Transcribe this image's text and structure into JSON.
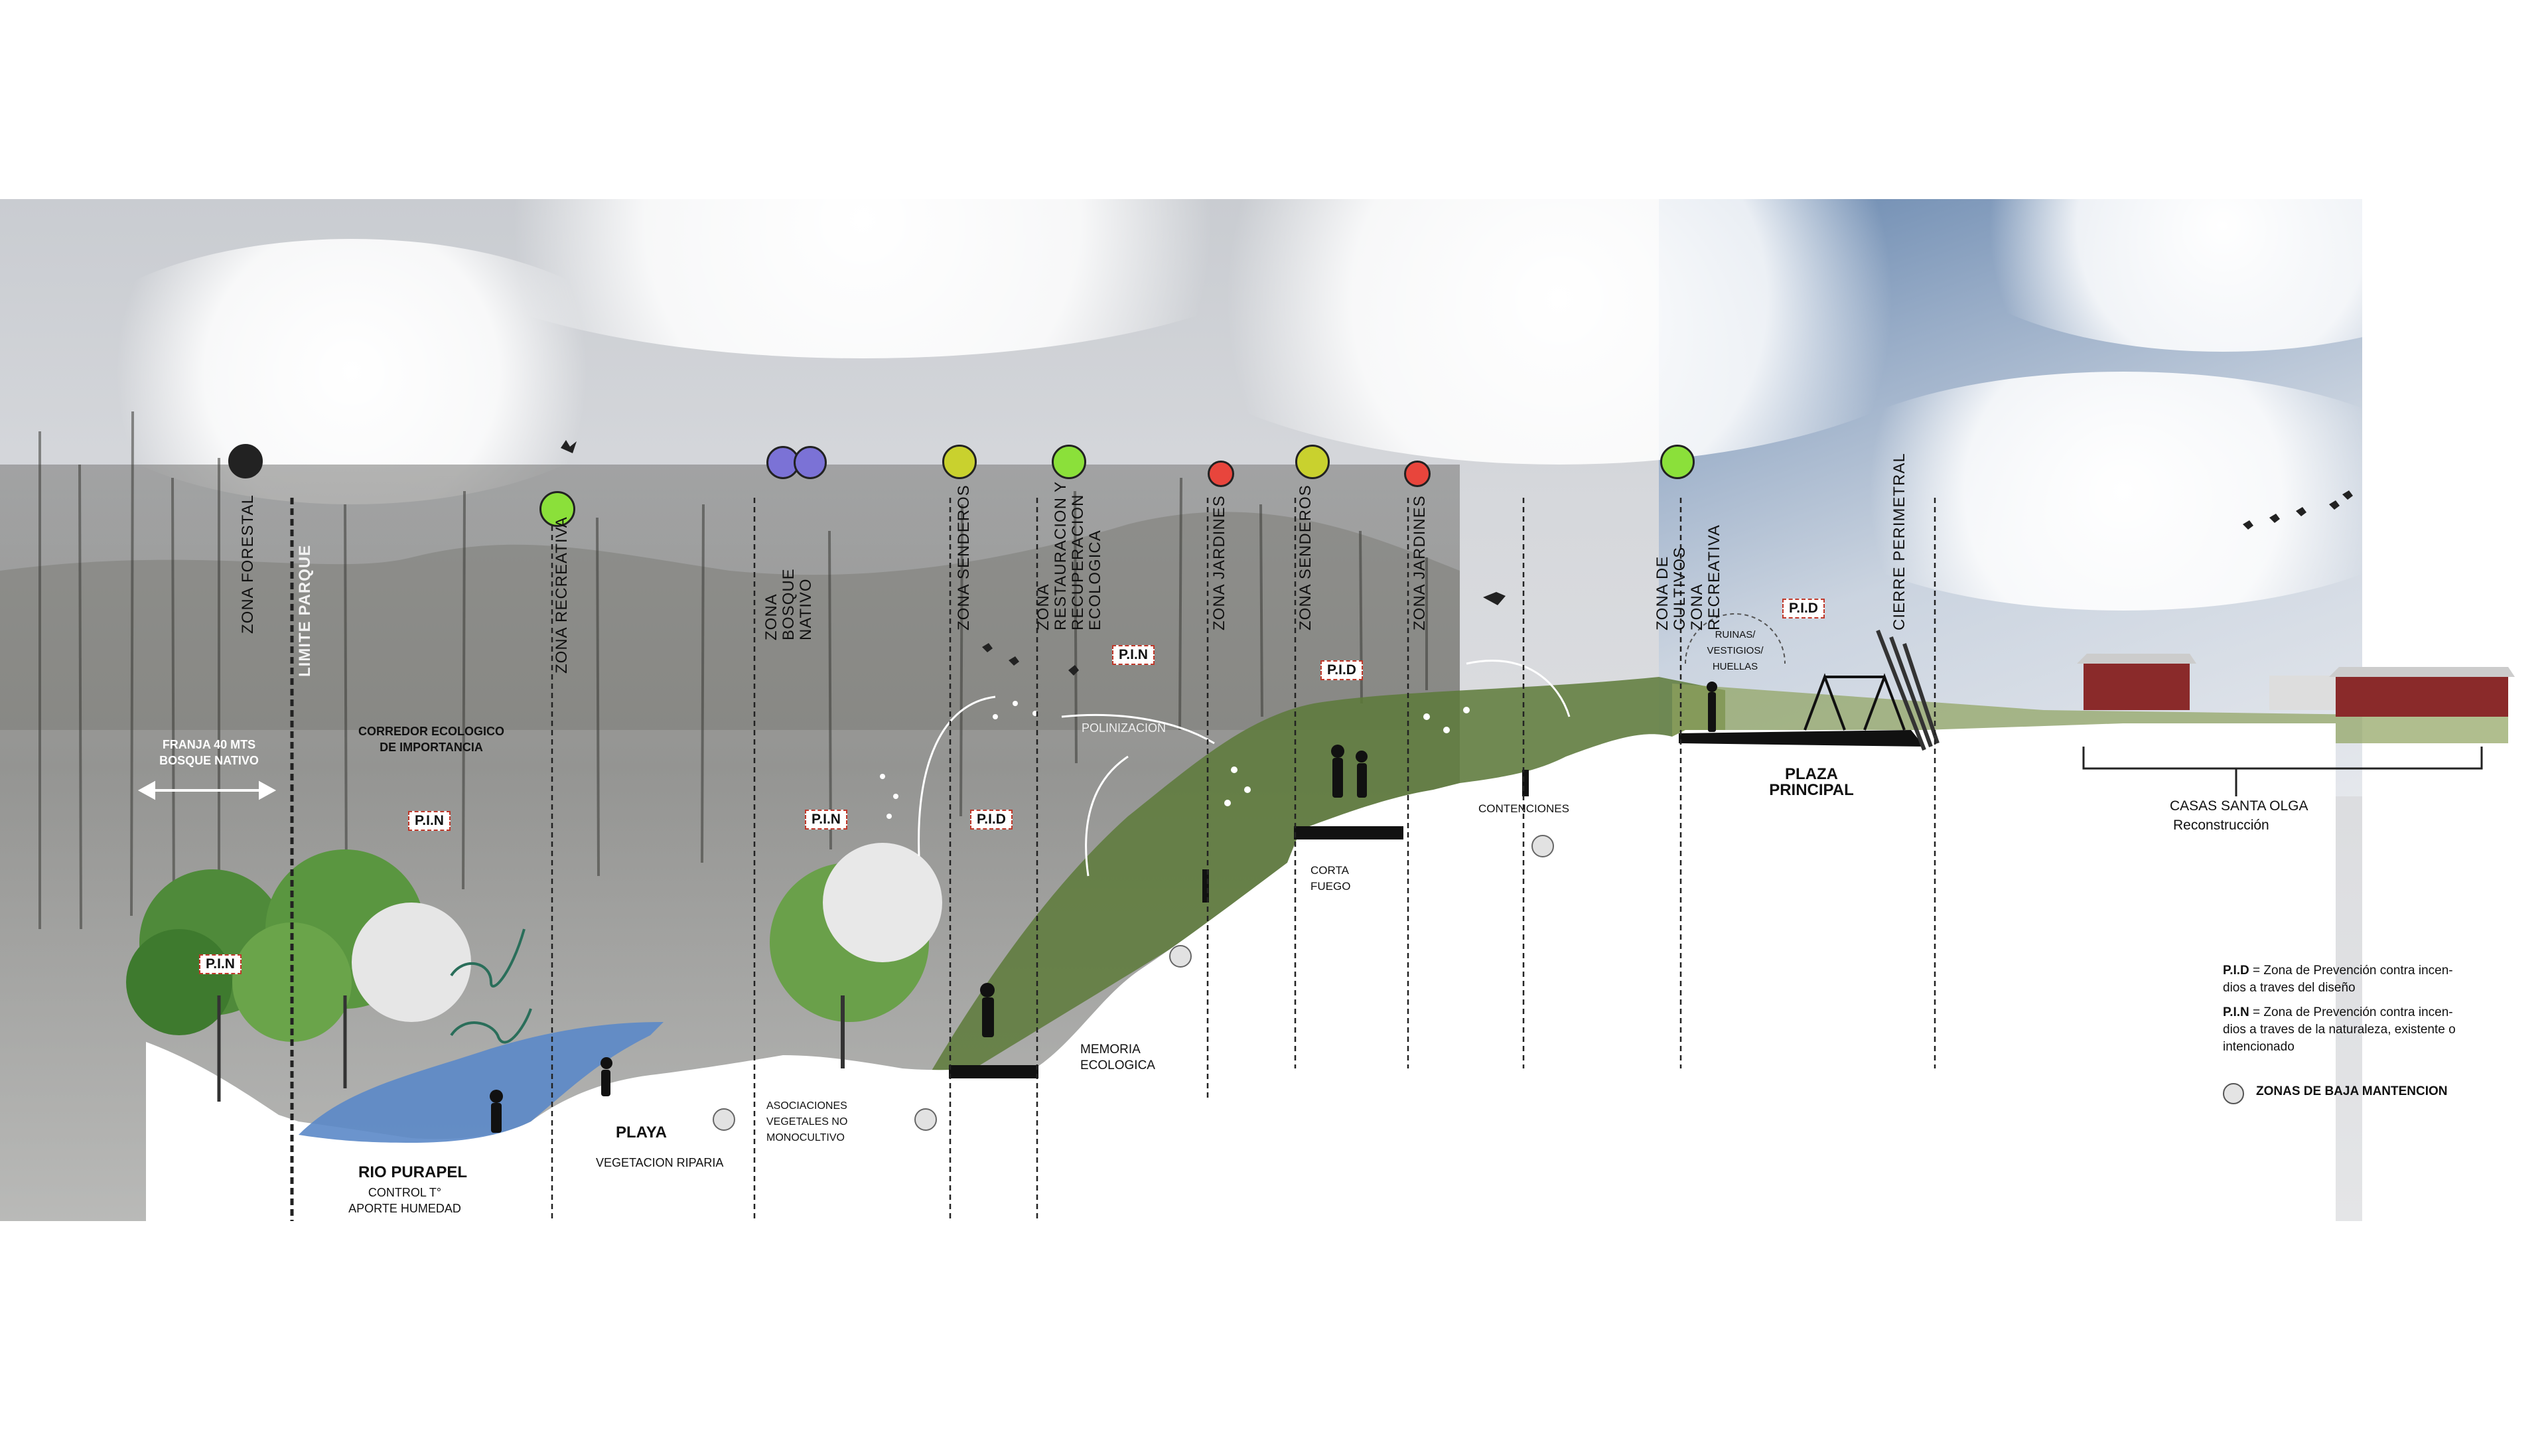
{
  "zones": [
    {
      "id": "zona-forestal",
      "label": "ZONA FORESTAL",
      "dot_color": "#222222"
    },
    {
      "id": "limite-parque",
      "label": "LIMITE PARQUE"
    },
    {
      "id": "zona-recreativa-1",
      "label": "ZONA RECREATIVA",
      "dot_color": "#8be03a"
    },
    {
      "id": "zona-bosque-nativo",
      "label": "ZONA BOSQUE NATIVO",
      "dot_color": "#7b72d6"
    },
    {
      "id": "zona-senderos-1",
      "label": "ZONA SENDEROS",
      "dot_color": "#c9d12e"
    },
    {
      "id": "zona-restauracion",
      "label": "ZONA RESTAURACION Y RECUPERACION ECOLOGICA",
      "dot_color": "#8be03a"
    },
    {
      "id": "zona-jardines-1",
      "label": "ZONA JARDINES",
      "dot_color": "#e8453c"
    },
    {
      "id": "zona-senderos-2",
      "label": "ZONA SENDEROS",
      "dot_color": "#c9d12e"
    },
    {
      "id": "zona-jardines-2",
      "label": "ZONA JARDINES",
      "dot_color": "#e8453c"
    },
    {
      "id": "zona-cultivos",
      "label": "ZONA DE CULTIVOS ZONA RECREATIVA",
      "dot_color": "#8be03a"
    },
    {
      "id": "cierre-perimetral",
      "label": "CIERRE PERIMETRAL"
    }
  ],
  "labels": {
    "franja": "FRANJA 40 MTS BOSQUE NATIVO",
    "corredor": "CORREDOR ECOLOGICO DE IMPORTANCIA",
    "polinizacion": "POLINIZACION",
    "rio": "RIO PURAPEL",
    "rio_note": "CONTROL T° APORTE HUMEDAD",
    "playa": "PLAYA",
    "vegetacion": "VEGETACION RIPARIA",
    "asociaciones": "ASOCIACIONES VEGETALES NO MONOCULTIVO",
    "memoria": "MEMORIA ECOLOGICA",
    "corta_fuego": "CORTA FUEGO",
    "contenciones": "CONTENCIONES",
    "ruinas": "RUINAS/ VESTIGIOS/ HUELLAS",
    "plaza": "PLAZA PRINCIPAL",
    "casas": "CASAS SANTA OLGA",
    "reconstruccion": "Reconstrucción"
  },
  "tags": {
    "pin": "P.I.N",
    "pid": "P.I.D"
  },
  "legend": {
    "pid_key": "P.I.D",
    "pid_text": " = Zona de Prevención contra incen- dios a traves del diseño",
    "pin_key": "P.I.N",
    "pin_text": " = Zona de Prevención contra incen- dios a traves de la naturaleza, existente o intencionado",
    "low_maint": "ZONAS DE BAJA MANTENCION"
  }
}
